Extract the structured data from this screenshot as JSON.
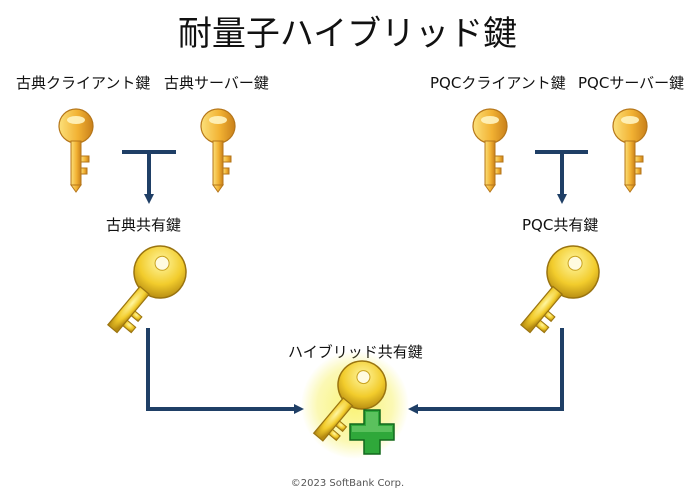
{
  "title": "耐量子ハイブリッド鍵",
  "keys": {
    "classic_client": "古典クライアント鍵",
    "classic_server": "古典サーバー鍵",
    "pqc_client": "PQCクライアント鍵",
    "pqc_server": "PQCサーバー鍵",
    "classic_shared": "古典共有鍵",
    "pqc_shared": "PQC共有鍵",
    "hybrid_shared": "ハイブリッド共有鍵"
  },
  "copyright": "©2023 SoftBank Corp.",
  "colors": {
    "arrow": "#1f3f66",
    "key_gold": "#f2b233",
    "key_light": "#f9de55",
    "plus_green": "#2fa83a",
    "glow": "#f7f26a"
  }
}
